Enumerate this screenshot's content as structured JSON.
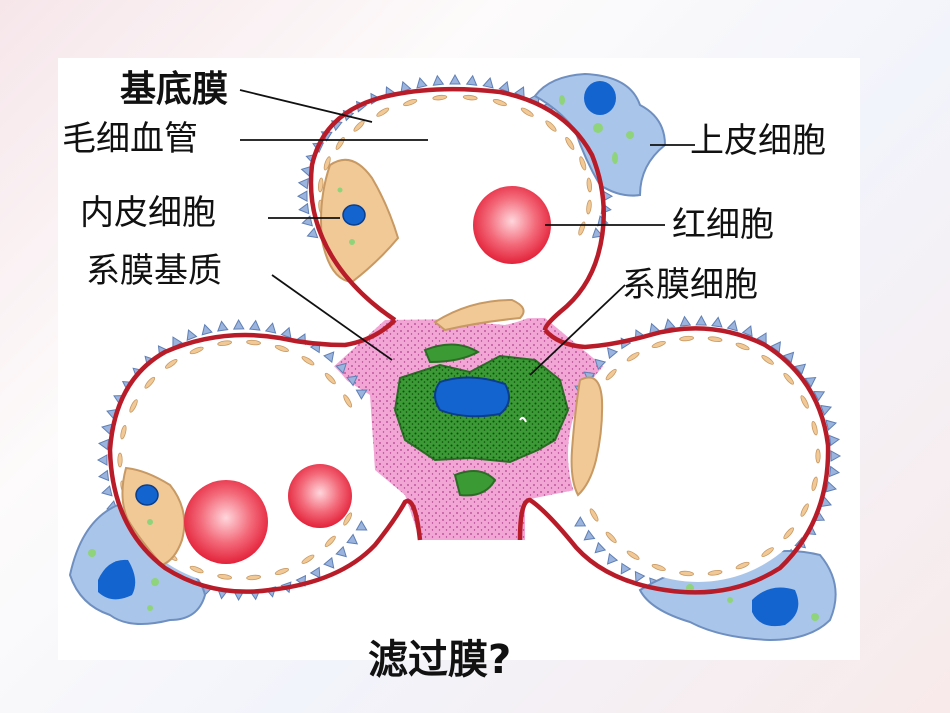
{
  "labels": {
    "basement_membrane": "基底膜",
    "capillary": "毛细血管",
    "endothelial_cell": "内皮细胞",
    "mesangial_matrix": "系膜基质",
    "epithelial_cell": "上皮细胞",
    "red_blood_cell": "红细胞",
    "mesangial_cell": "系膜细胞"
  },
  "question": "滤过膜?",
  "colors": {
    "basement_membrane": "#b81c28",
    "mesangial_matrix": "#f2a6d6",
    "mesangial_cell": "#3c9a35",
    "nucleus": "#1464d0",
    "epithelium": "#a9c6ea",
    "foot_process": "#9ab4dd",
    "endothelium": "#f1c997",
    "red_cell": "#e8283c"
  }
}
